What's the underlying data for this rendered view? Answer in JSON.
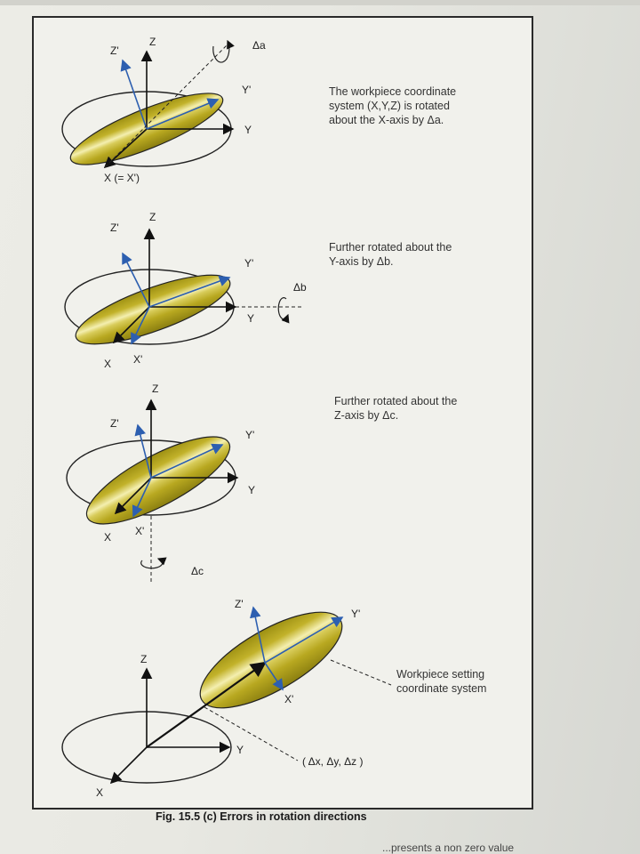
{
  "panels": [
    {
      "caption": "The workpiece coordinate\nsystem (X,Y,Z) is rotated\nabout the X-axis by Δa.",
      "labels": {
        "z": "Z",
        "z_prime": "Z'",
        "y": "Y",
        "y_prime": "Y'",
        "x": "X (= X')",
        "rotation": "Δa"
      }
    },
    {
      "caption": "Further rotated about the\nY-axis by Δb.",
      "labels": {
        "z": "Z",
        "z_prime": "Z'",
        "y": "Y",
        "y_prime": "Y'",
        "x": "X",
        "x_prime": "X'",
        "rotation": "Δb"
      }
    },
    {
      "caption": "Further rotated about the\nZ-axis by Δc.",
      "labels": {
        "z": "Z",
        "z_prime": "Z'",
        "y": "Y",
        "y_prime": "Y'",
        "x": "X",
        "x_prime": "X'",
        "rotation": "Δc"
      }
    },
    {
      "caption": "Workpiece setting\ncoordinate system",
      "labels": {
        "z": "Z",
        "z_prime": "Z'",
        "y": "Y",
        "y_prime": "Y'",
        "x": "X",
        "x_prime": "X'",
        "offset": "( Δx, Δy, Δz )"
      }
    }
  ],
  "figure_caption": "Fig. 15.5 (c) Errors in rotation directions",
  "footer_text": "...presents a non zero value",
  "colors": {
    "ellipse_fill": "#b4a61c",
    "ellipse_highlight": "#f4efb0",
    "prime_axis": "#2d5fb0",
    "axis": "#111111"
  }
}
